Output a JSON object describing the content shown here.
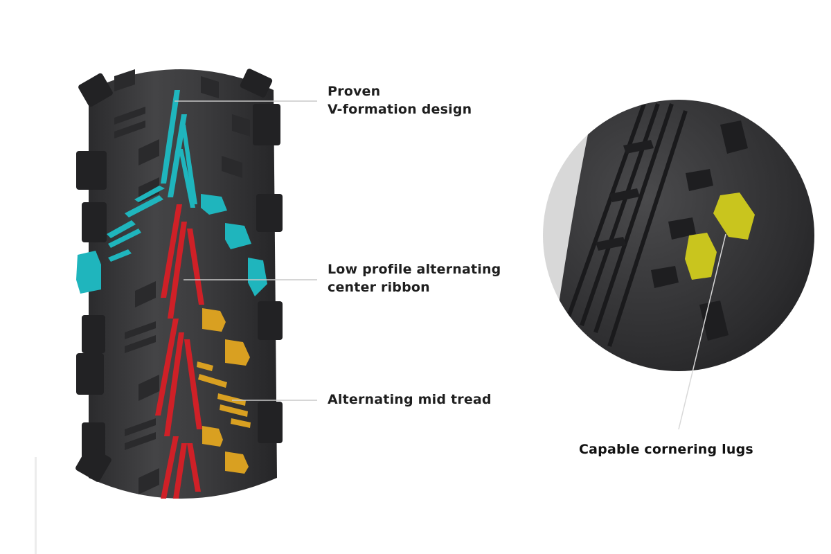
{
  "diagram": {
    "subject": "Mountain bike tire tread pattern",
    "callouts": [
      {
        "id": "v-formation",
        "lines": [
          "Proven",
          "V-formation design"
        ],
        "highlight_color": "#1fb5bd"
      },
      {
        "id": "center-ribbon",
        "lines": [
          "Low profile alternating",
          "center ribbon"
        ],
        "highlight_color": "#cf2027"
      },
      {
        "id": "mid-tread",
        "lines": [
          "Alternating mid tread"
        ],
        "highlight_color": "#d9a021"
      },
      {
        "id": "cornering-lugs",
        "lines": [
          "Capable cornering lugs"
        ],
        "highlight_color": "#c9c51e"
      }
    ],
    "colors": {
      "tire_body": "#3a3a3c",
      "tire_knob": "#262628",
      "leader_line": "#bdbdbd",
      "background": "#ffffff"
    }
  }
}
